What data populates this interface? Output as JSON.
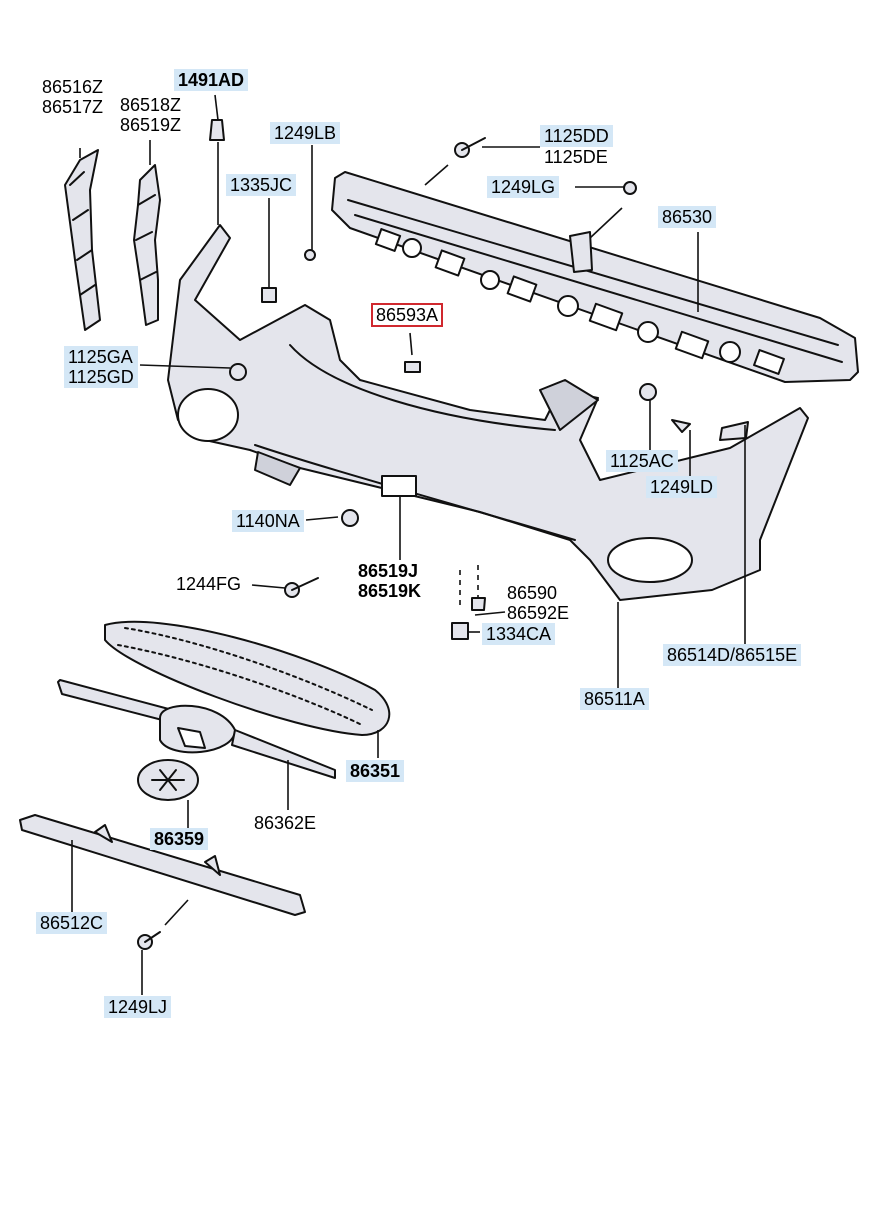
{
  "diagram": {
    "highlighted_part": "86593A",
    "labels": {
      "l86516z": "86516Z",
      "l86517z": "86517Z",
      "l86518z": "86518Z",
      "l86519z": "86519Z",
      "l1491ad": "1491AD",
      "l1249lb": "1249LB",
      "l1335jc": "1335JC",
      "l1125dd": "1125DD",
      "l1125de": "1125DE",
      "l1249lg": "1249LG",
      "l86530": "86530",
      "l86593a": "86593A",
      "l1125ga": "1125GA",
      "l1125gd": "1125GD",
      "l1125ac": "1125AC",
      "l1249ld": "1249LD",
      "l1140na": "1140NA",
      "l1244fg": "1244FG",
      "l86519j": "86519J",
      "l86519k": "86519K",
      "l86590": "86590",
      "l86592e": "86592E",
      "l1334ca": "1334CA",
      "l86514d": "86514D/86515E",
      "l86511a": "86511A",
      "l86351": "86351",
      "l86359": "86359",
      "l86362e": "86362E",
      "l86512c": "86512C",
      "l1249lj": "1249LJ"
    },
    "colors": {
      "label_bg": "#d4e7f6",
      "highlight_border": "#d0282e",
      "part_fill": "#e4e5ec",
      "line": "#111111"
    }
  }
}
